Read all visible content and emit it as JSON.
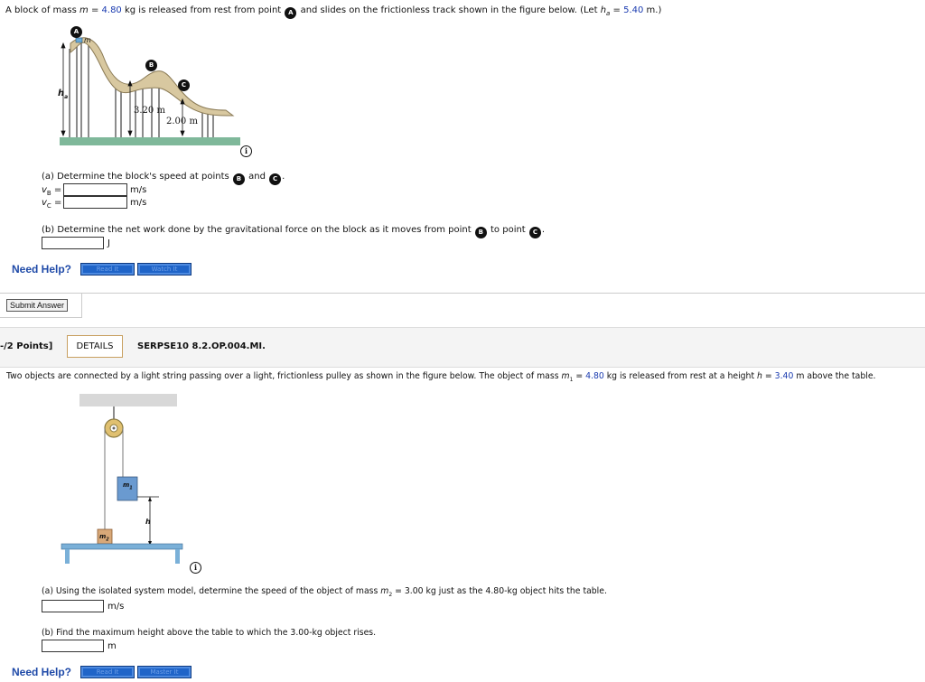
{
  "problem1": {
    "intro": {
      "t1": "A block of mass ",
      "m_var": "m",
      "t2": " = ",
      "mass": "4.80",
      "t3": " kg is released from rest from point ",
      "pointA": "A",
      "t4": " and slides on the frictionless track shown in the figure below. (Let ",
      "h_var": "h",
      "h_sub": "a",
      "t5": " = ",
      "h_val": "5.40",
      "t6": " m.)"
    },
    "figure": {
      "labelA": "A",
      "labelB": "B",
      "labelC": "C",
      "m_label": "m",
      "h_label": "h",
      "h_sub": "a",
      "dim1": "3.20 m",
      "dim2": "2.00 m",
      "info": "i"
    },
    "part_a": {
      "prompt": "(a) Determine the block's speed at points ",
      "pointB": "B",
      "and": " and ",
      "pointC": "C",
      "end": ".",
      "vB_label": "v",
      "vB_sub": "B",
      "vC_label": "v",
      "vC_sub": "C",
      "eq": " =",
      "vB_value": "",
      "vC_value": "",
      "unit": "m/s"
    },
    "part_b": {
      "prompt": "(b) Determine the net work done by the gravitational force on the block as it moves from point ",
      "pointB": "B",
      "to": " to point ",
      "pointC": "C",
      "end": ".",
      "value": "",
      "unit": "J"
    },
    "help": {
      "label": "Need Help?",
      "read": "Read It",
      "watch": "Watch It"
    },
    "submit": "Submit Answer"
  },
  "problem2": {
    "points": "-/2 Points]",
    "details": "DETAILS",
    "code": "SERPSE10 8.2.OP.004.MI.",
    "intro": {
      "t1": "Two objects are connected by a light string passing over a light, frictionless pulley as shown in the figure below. The object of mass ",
      "m_var": "m",
      "m_sub": "1",
      "t2": " = ",
      "mass1": "4.80",
      "t3": " kg is released from rest at a height ",
      "h_var": "h",
      "t4": " = ",
      "h_val": "3.40",
      "t5": " m above the table."
    },
    "figure": {
      "m1": "m",
      "m1_sub": "1",
      "m2": "m",
      "m2_sub": "2",
      "h": "h",
      "info": "i"
    },
    "part_a": {
      "t1": "(a) Using the isolated system model, determine the speed of the object of mass ",
      "m_var": "m",
      "m_sub": "2",
      "t2": " = 3.00 kg just as the 4.80-kg object hits the table.",
      "value": "",
      "unit": "m/s"
    },
    "part_b": {
      "prompt": "(b) Find the maximum height above the table to which the 3.00-kg object rises.",
      "value": "",
      "unit": "m"
    },
    "help": {
      "label": "Need Help?",
      "read": "Read It",
      "master": "Master It"
    }
  },
  "colors": {
    "accent": "#1a3bb0",
    "help": "#1f4aa8",
    "button": "#1f64c8",
    "header_bg": "#f4f4f4"
  }
}
